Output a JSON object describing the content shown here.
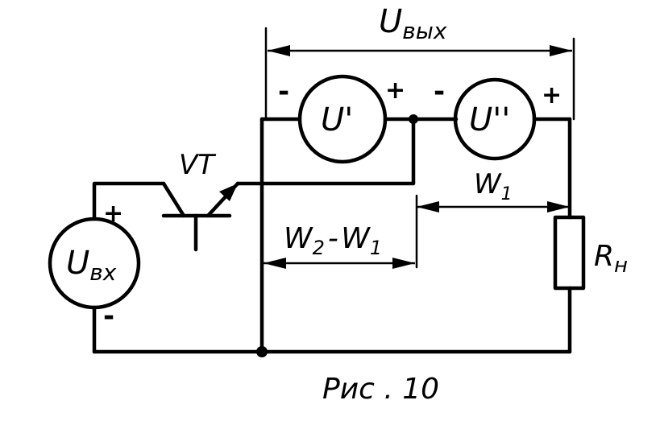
{
  "labels": {
    "u_out": "U",
    "u_out_sub": "вых",
    "u_prime": "U'",
    "u_dprime": "U''",
    "transistor": "VT",
    "w1": "W",
    "w1_sub": "1",
    "w2w1_a": "W",
    "w2w1_a_sub": "2",
    "w2w1_dash": "-",
    "w2w1_b": "W",
    "w2w1_b_sub": "1",
    "u_in": "U",
    "u_in_sub": "вх",
    "r_load": "R",
    "r_load_sub": "н",
    "caption": "Рис . 10"
  },
  "polarity": {
    "plus": "+",
    "minus": "-"
  }
}
